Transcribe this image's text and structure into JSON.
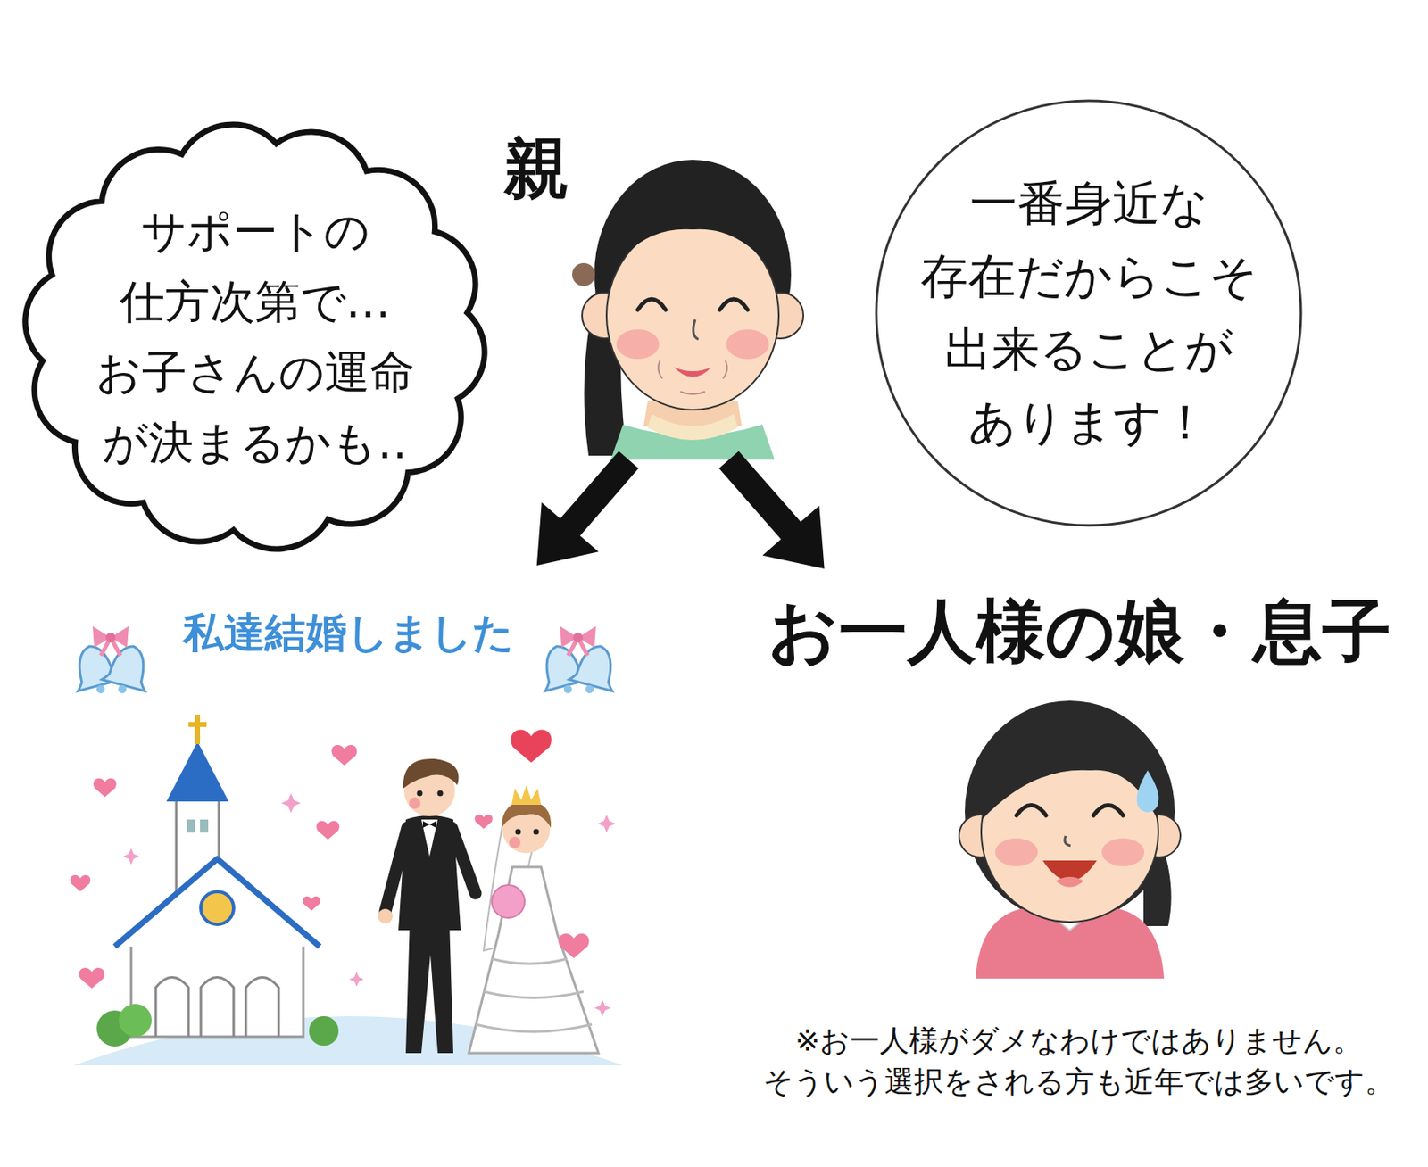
{
  "diagram": {
    "nodes": [
      {
        "text": [
          "サポートの 仕方次第で… お子さんの運命 が決まるかも‥"
        ]
      },
      {
        "text": [
          "親"
        ]
      },
      {
        "text": [
          "一番身近な 存在だからこそ 出来ることが あります！"
        ]
      },
      {
        "text": [
          "私達結婚しました"
        ]
      },
      {
        "text": [
          "お一人様の娘・息子"
        ]
      }
    ],
    "edges": [
      {
        "from": 1,
        "to": 3,
        "arrow": "to"
      },
      {
        "from": 1,
        "to": 4,
        "arrow": "to"
      }
    ],
    "labels": [
      "※お一人様がダメなわけではありません。 そういう選択をされる方も近年では多いです。"
    ]
  }
}
